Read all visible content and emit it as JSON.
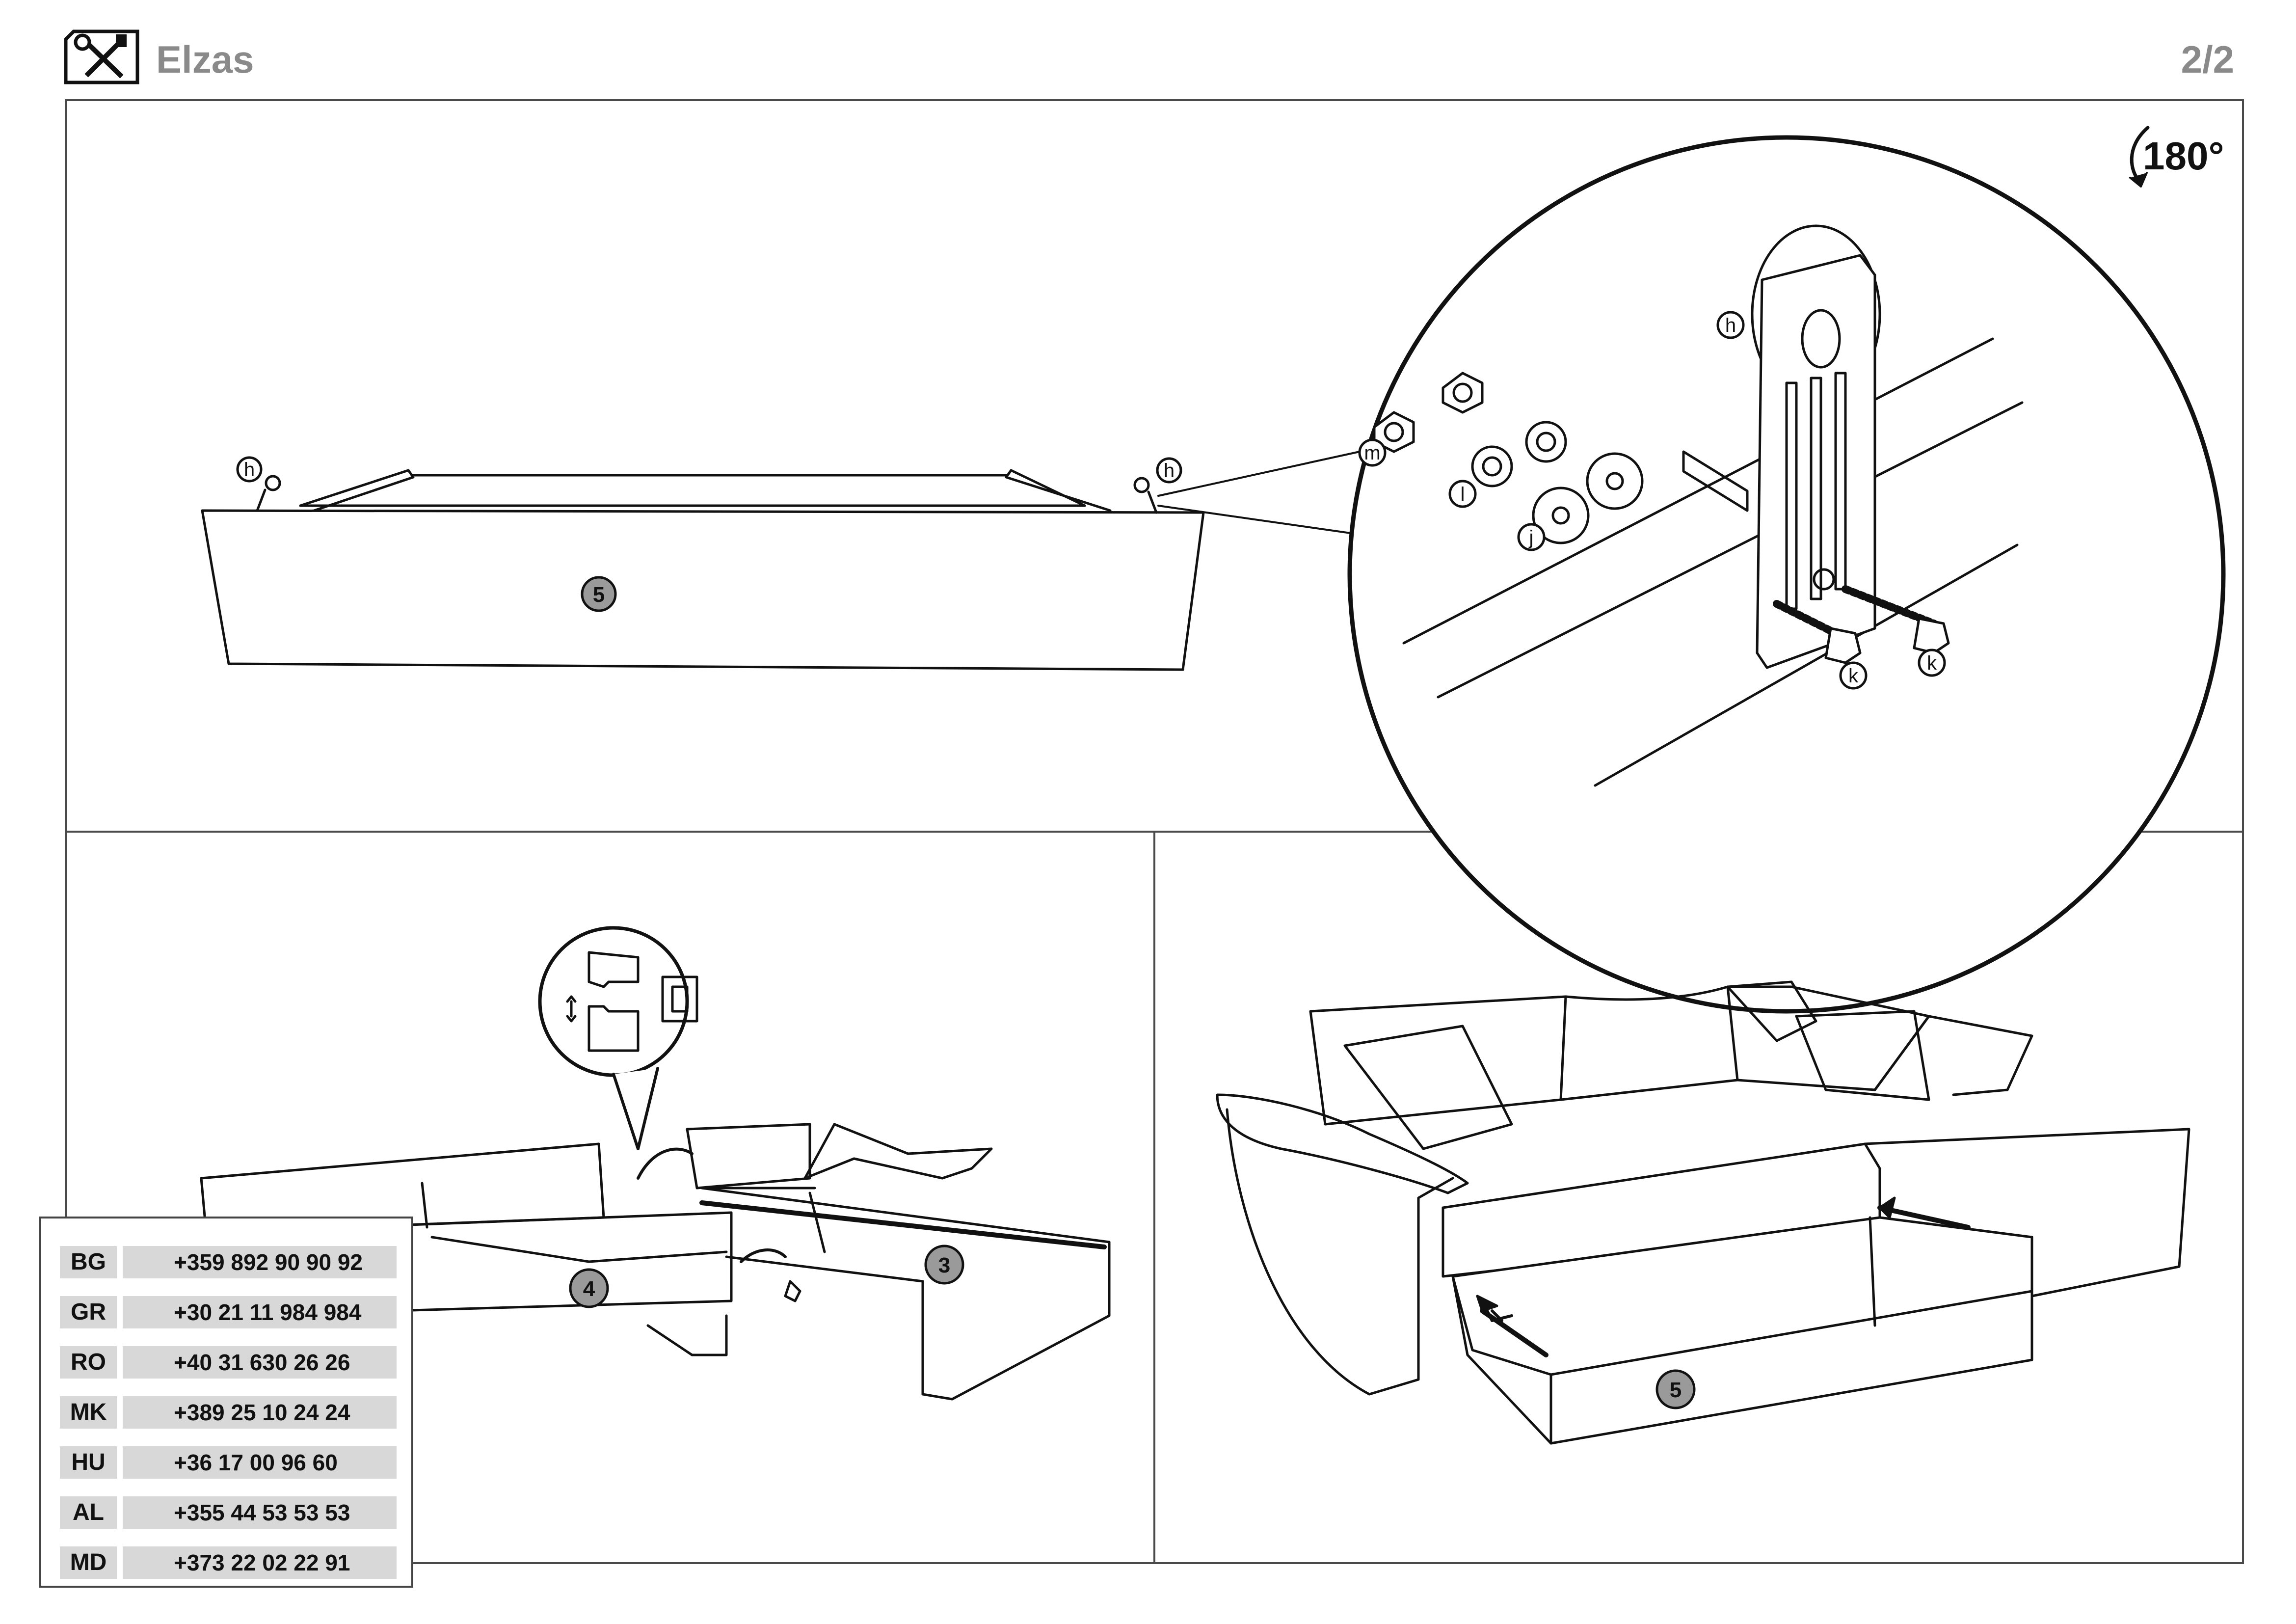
{
  "header": {
    "title": "Elzas",
    "page": "2/2"
  },
  "icons": {
    "header": "tools-icon",
    "rotate": "rotate-arrow-icon",
    "phone": "phone-icon"
  },
  "step1": {
    "rotation_label": "180°",
    "part_number": "5",
    "callouts": {
      "h_left": "h",
      "h_right": "h",
      "h_zoom": "h",
      "m": "m",
      "l": "l",
      "j": "j",
      "k1": "k",
      "k2": "k"
    }
  },
  "step2": {
    "labels": {
      "part4": "4",
      "part3": "3"
    }
  },
  "step3": {
    "labels": {
      "part5": "5"
    }
  },
  "contacts": [
    {
      "country": "BG",
      "phone": "+359 892 90 90 92"
    },
    {
      "country": "GR",
      "phone": "+30 21 11 984 984"
    },
    {
      "country": "RO",
      "phone": "+40 31 630 26 26"
    },
    {
      "country": "MK",
      "phone": "+389 25 10 24 24"
    },
    {
      "country": "HU",
      "phone": "+36 17 00 96 60"
    },
    {
      "country": "AL",
      "phone": "+355 44 53 53 53"
    },
    {
      "country": "MD",
      "phone": "+373 22 02 22 91"
    }
  ]
}
